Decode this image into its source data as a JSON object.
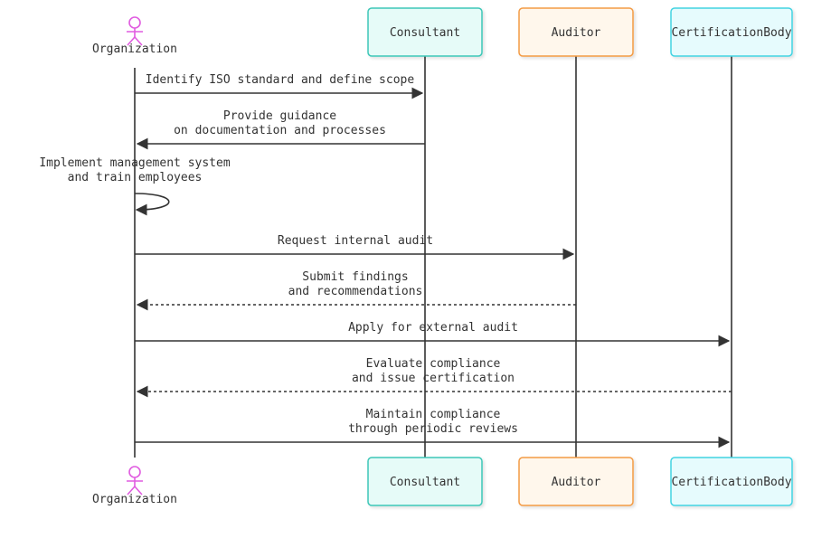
{
  "diagram": {
    "type": "sequence",
    "participants": [
      {
        "id": "org",
        "name": "Organization",
        "kind": "actor",
        "color": "#e05ce0"
      },
      {
        "id": "consultant",
        "name": "Consultant",
        "kind": "box",
        "fill": "#e6fbf8",
        "stroke": "#3cc7b7"
      },
      {
        "id": "auditor",
        "name": "Auditor",
        "kind": "box",
        "fill": "#fff7ec",
        "stroke": "#f39b45"
      },
      {
        "id": "cert",
        "name": "CertificationBody",
        "kind": "box",
        "fill": "#e6fbfd",
        "stroke": "#43d3e2"
      }
    ],
    "messages": [
      {
        "from": "org",
        "to": "consultant",
        "style": "solid",
        "lines": [
          "Identify ISO standard and define scope"
        ]
      },
      {
        "from": "consultant",
        "to": "org",
        "style": "solid",
        "lines": [
          "Provide guidance",
          "on documentation and processes"
        ]
      },
      {
        "from": "org",
        "to": "org",
        "style": "self",
        "lines": [
          "Implement management system",
          "and train employees"
        ]
      },
      {
        "from": "org",
        "to": "auditor",
        "style": "solid",
        "lines": [
          "Request internal audit"
        ]
      },
      {
        "from": "auditor",
        "to": "org",
        "style": "dashed",
        "lines": [
          "Submit findings",
          "and recommendations"
        ]
      },
      {
        "from": "org",
        "to": "cert",
        "style": "solid",
        "lines": [
          "Apply for external audit"
        ]
      },
      {
        "from": "cert",
        "to": "org",
        "style": "dashed",
        "lines": [
          "Evaluate compliance",
          "and issue certification"
        ]
      },
      {
        "from": "org",
        "to": "cert",
        "style": "solid",
        "lines": [
          "Maintain compliance",
          "through periodic reviews"
        ]
      }
    ],
    "colors": {
      "line": "#333333",
      "text": "#333333"
    }
  }
}
